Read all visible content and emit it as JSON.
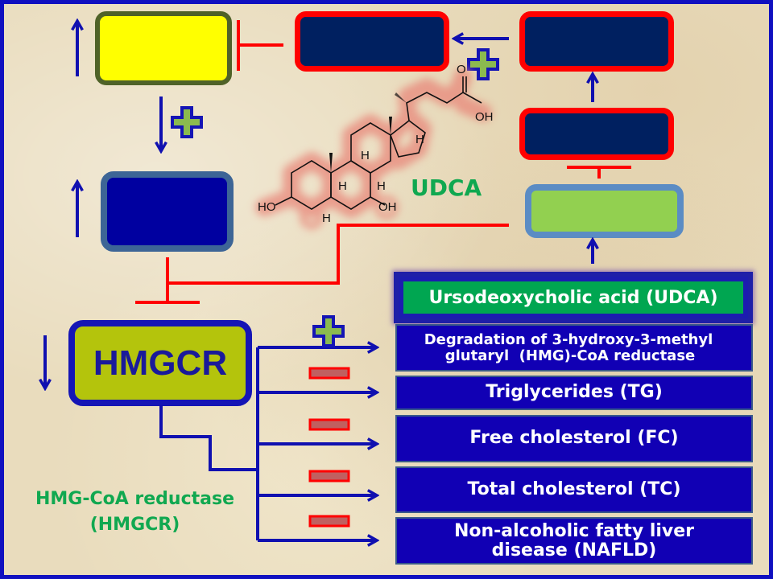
{
  "colors": {
    "frame": "#1010c0",
    "arrow_blue": "#1010b0",
    "inhibit_red": "#ff0000",
    "plus_fill": "#8bbb4f",
    "minus_fill": "#c06060",
    "label_green": "#10a850"
  },
  "molecule": {
    "name": "UDCA",
    "atom_labels": [
      "O",
      "OH",
      "H",
      "H",
      "H",
      "H",
      "HO",
      "OH",
      "H"
    ]
  },
  "hmgcr_box": {
    "label": "HMGCR"
  },
  "hmgcr_caption": {
    "line1": "HMG-CoA reductase",
    "line2": "(HMGCR)"
  },
  "udca_box": {
    "label": "Ursodeoxycholic acid (UDCA)"
  },
  "outcomes": [
    {
      "line1": "Degradation of 3-hydroxy-3-methyl",
      "line2": "glutaryl  (HMG)-CoA reductase",
      "effect": "plus"
    },
    {
      "line1": "Triglycerides (TG)",
      "line2": "",
      "effect": "minus"
    },
    {
      "line1": "Free cholesterol (FC)",
      "line2": "",
      "effect": "minus"
    },
    {
      "line1": "Total cholesterol (TC)",
      "line2": "",
      "effect": "minus"
    },
    {
      "line1": "Non-alcoholic fatty liver",
      "line2": "disease (NAFLD)",
      "effect": "minus"
    }
  ],
  "icons": {
    "up_arrow": "up-arrow-icon",
    "down_arrow": "down-arrow-icon",
    "plus": "plus-icon",
    "minus": "minus-icon",
    "inhibition": "inhibition-bar-icon"
  }
}
